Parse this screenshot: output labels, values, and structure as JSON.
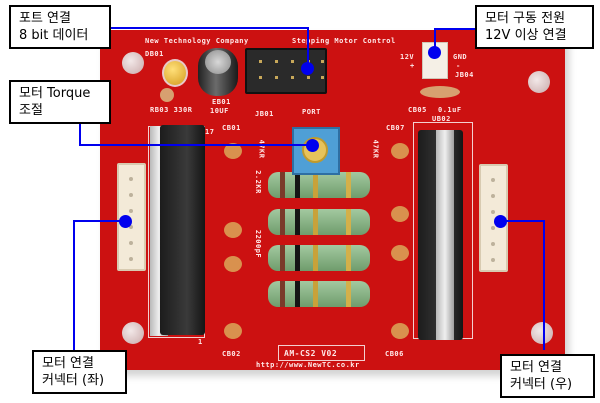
{
  "callouts": {
    "port": {
      "line1": "포트 연결",
      "line2": "8 bit 데이터"
    },
    "torque": {
      "line1": "모터 Torque",
      "line2": "조절"
    },
    "power": {
      "line1": "모터 구동 전원",
      "line2": "12V 이상 연결"
    },
    "left_connector": {
      "line1": "모터 연결",
      "line2": "커넥터 (좌)"
    },
    "right_connector": {
      "line1": "모터 연결",
      "line2": "커넥터 (우)"
    }
  },
  "board": {
    "company": "New Technology Company",
    "product": "Stepping Motor Control",
    "led_ref": "DB01",
    "resistor_ref": "RB03 330R",
    "cap_ref": "EB01",
    "cap_value": "10UF",
    "header_ref": "JB01",
    "header_label": "PORT",
    "power_plus": "12V",
    "plus_sign": "+",
    "power_gnd": "GND",
    "minus_sign": "-",
    "power_ref": "JB04",
    "cap_c805": "CB05",
    "cap_c805_value": "0.1uF",
    "ic_right": "UB02",
    "cap_cb01": "CB01",
    "cap_cb07": "CB07",
    "cap_cb02": "CB02",
    "cap_cb06": "CB06",
    "model": "AM-CS2  V02",
    "url": "http://www.NewTC.co.kr",
    "res_47k": "47KR",
    "res_value_2k2": "2.2KR",
    "cap_2200": "2200pF",
    "pin_17": "17",
    "pin_1": "1"
  },
  "colors": {
    "pcb": "#cc1111",
    "leader": "#0000ee"
  }
}
